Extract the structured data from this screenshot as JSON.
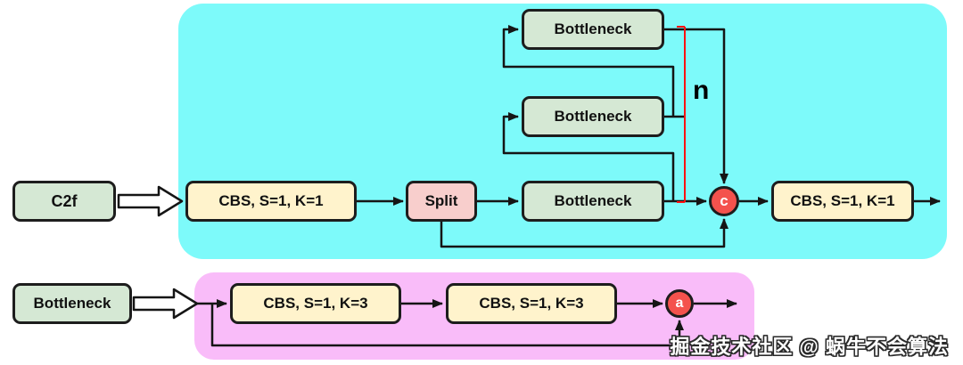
{
  "watermark": "掘金技术社区 @ 蜗牛不会算法",
  "colors": {
    "c2f_region_bg": "#7DFAFA",
    "bottleneck_region_bg": "#F9BCF9",
    "green_node_fill": "#D5E8D4",
    "yellow_node_fill": "#FFF3CC",
    "split_node_fill": "#F8CECC",
    "merge_node_fill": "#F4524D",
    "wire_color": "#151515",
    "repeat_bracket_color": "#FF1111"
  },
  "c2f_block": {
    "input_label": "C2f",
    "cbs_in": "CBS, S=1, K=1",
    "split": "Split",
    "bottleneck_top": "Bottleneck",
    "bottleneck_middle": "Bottleneck",
    "bottleneck_bottom": "Bottleneck",
    "concat_node": "c",
    "repeat_count": "n",
    "cbs_out": "CBS, S=1, K=1"
  },
  "bottleneck_block": {
    "input_label": "Bottleneck",
    "cbs_first": "CBS, S=1, K=3",
    "cbs_second": "CBS, S=1, K=3",
    "add_node": "a"
  }
}
